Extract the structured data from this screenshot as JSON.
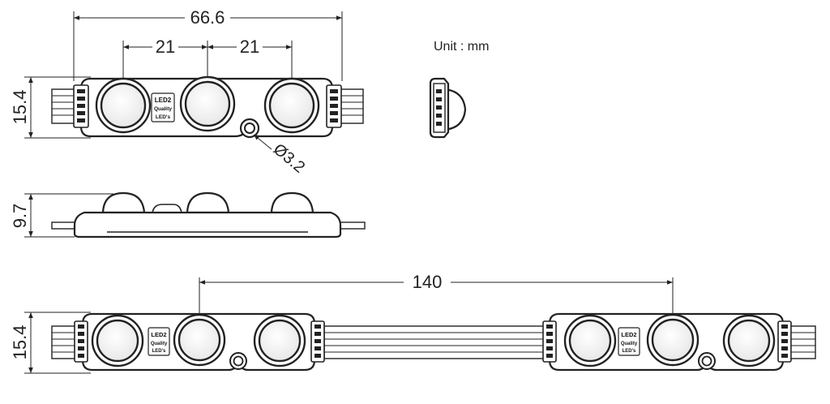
{
  "unit_label": "Unit : mm",
  "dimensions": {
    "overall_length": "66.6",
    "led_pitch_left": "21",
    "led_pitch_right": "21",
    "module_width_top": "15.4",
    "module_height_side": "9.7",
    "mounting_hole": "Ø3.2",
    "module_spacing": "140",
    "module_width_bottom": "15.4"
  },
  "module_label": {
    "line1": "LED2",
    "line2": "Quality",
    "line3": "LED's"
  }
}
